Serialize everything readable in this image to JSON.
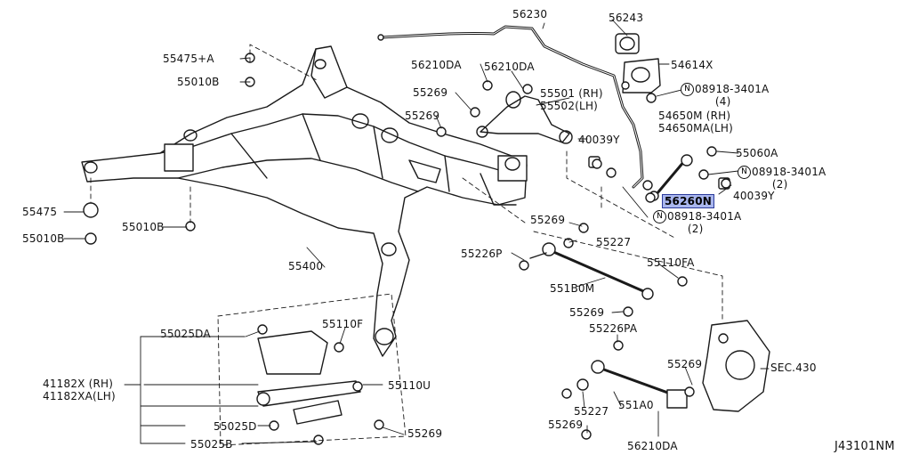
{
  "diagram": {
    "part_labels": [
      {
        "id": "56230",
        "text": "56230"
      },
      {
        "id": "56243",
        "text": "56243"
      },
      {
        "id": "54614x",
        "text": "54614X"
      },
      {
        "id": "55475a",
        "text": "55475+A"
      },
      {
        "id": "55010b_top",
        "text": "55010B"
      },
      {
        "id": "56210da_a",
        "text": "56210DA"
      },
      {
        "id": "56210da_b",
        "text": "56210DA"
      },
      {
        "id": "55269_a",
        "text": "55269"
      },
      {
        "id": "55269_b",
        "text": "55269"
      },
      {
        "id": "40039y_a",
        "text": "40039Y"
      },
      {
        "id": "55060a",
        "text": "55060A"
      },
      {
        "id": "40039y_b",
        "text": "40039Y"
      },
      {
        "id": "55475",
        "text": "55475"
      },
      {
        "id": "55010b_mid",
        "text": "55010B"
      },
      {
        "id": "55010b_left",
        "text": "55010B"
      },
      {
        "id": "55269_c",
        "text": "55269"
      },
      {
        "id": "55227_a",
        "text": "55227"
      },
      {
        "id": "55400",
        "text": "55400"
      },
      {
        "id": "55226p",
        "text": "55226P"
      },
      {
        "id": "55110fa",
        "text": "55110FA"
      },
      {
        "id": "551b0m",
        "text": "551B0M"
      },
      {
        "id": "55269_d",
        "text": "55269"
      },
      {
        "id": "55226pa",
        "text": "55226PA"
      },
      {
        "id": "55025da",
        "text": "55025DA"
      },
      {
        "id": "55110f",
        "text": "55110F"
      },
      {
        "id": "55269_e",
        "text": "55269"
      },
      {
        "id": "sec430",
        "text": "SEC.430"
      },
      {
        "id": "55110u",
        "text": "55110U"
      },
      {
        "id": "55227_b",
        "text": "55227"
      },
      {
        "id": "551a0",
        "text": "551A0"
      },
      {
        "id": "55269_f",
        "text": "55269"
      },
      {
        "id": "55025d",
        "text": "55025D"
      },
      {
        "id": "55269_g",
        "text": "55269"
      },
      {
        "id": "55025b",
        "text": "55025B"
      },
      {
        "id": "56210da_c",
        "text": "56210DA"
      }
    ],
    "highlighted_part": "56260N",
    "stacked_labels": {
      "arm_55501": [
        "55501 (RH)",
        "55502(LH)"
      ],
      "link_54650": [
        "54650M (RH)",
        "54650MA(LH)"
      ],
      "brace_41182": [
        "41182X (RH)",
        "41182XA(LH)"
      ]
    },
    "nut_callouts": [
      {
        "id": "n1",
        "marker": "N",
        "part": "08918-3401A",
        "qty": "(4)"
      },
      {
        "id": "n2",
        "marker": "N",
        "part": "08918-3401A",
        "qty": "(2)"
      },
      {
        "id": "n3",
        "marker": "N",
        "part": "08918-3401A",
        "qty": "(2)"
      }
    ],
    "diagram_code": "J43101NM"
  }
}
